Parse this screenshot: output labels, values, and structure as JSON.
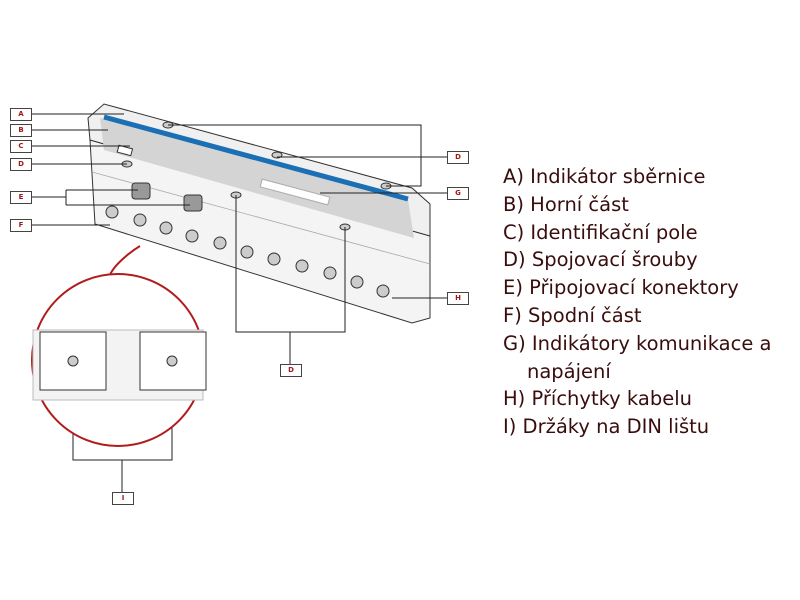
{
  "callouts": {
    "A": "A",
    "B": "B",
    "C": "C",
    "D": "D",
    "E": "E",
    "F": "F",
    "G": "G",
    "H": "H",
    "I": "I"
  },
  "legend": [
    "A) Indikátor sběrnice",
    "B) Horní část",
    "C) Identifikační pole",
    "D) Spojovací šrouby",
    "E) Připojovací konektory",
    "F) Spodní část",
    "G) Indikátory komunikace a",
    "napájení",
    "H) Příchytky kabelu",
    "I) Držáky na DIN lištu"
  ],
  "colors": {
    "accent_blue": "#1a6fb5",
    "callout_red": "#b01c1c",
    "text": "#3a0d0d"
  }
}
